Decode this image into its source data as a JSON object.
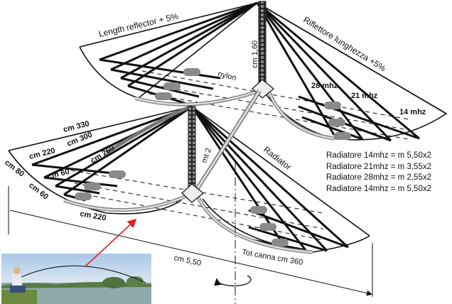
{
  "labels": {
    "length_reflector": "Length reflector + 5%",
    "riflettore": "Riflettore lunghezza +5%",
    "cm160": "cm 1,60",
    "nylon": "nylon",
    "f28": "28 mhz",
    "f21": "21 mhz",
    "f14": "14 mhz",
    "radiator": "Radiator",
    "mt2": "mt 2",
    "cm330": "cm 330",
    "cm300": "cm 300",
    "cm220a": "cm 220",
    "cm260": "cm 260",
    "cm80": "cm 80",
    "cm60a": "cm 60",
    "cm60b": "cm 60",
    "cm220b": "cm 220",
    "cm550": "cm 5,50",
    "tot_canna": "Tot canna cm 360"
  },
  "legend": [
    "Radiatore 14mhz = m 5,50x2",
    "Radiatore 21mhz = m 3,55x2",
    "Radiatore 28mhz = m 2,55x2",
    "Radiatore 14mhz = m 5,50x2"
  ],
  "colors": {
    "wire": "#111111",
    "insulator": "#8a8a8a",
    "pointer_arrow": "#e02020",
    "mast": "#333333"
  }
}
